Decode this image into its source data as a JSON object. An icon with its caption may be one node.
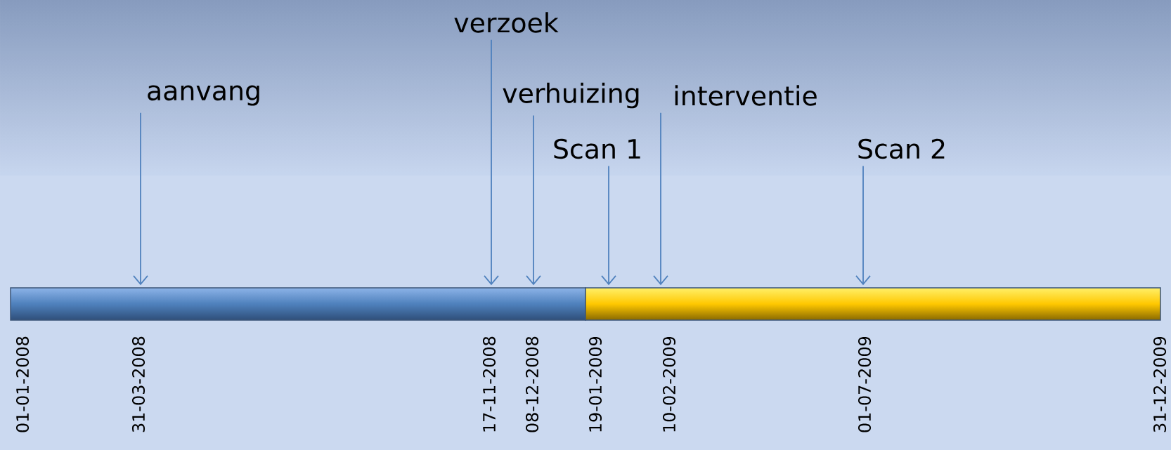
{
  "diagram": {
    "nodes": [
      {
        "text": [
          "aanvang"
        ]
      },
      {
        "text": [
          "verzoek"
        ]
      },
      {
        "text": [
          "verhuizing"
        ]
      },
      {
        "text": [
          "interventie"
        ]
      },
      {
        "text": [
          "Scan 1"
        ]
      },
      {
        "text": [
          "Scan 2"
        ]
      },
      {
        "text": [],
        "shape": "bar"
      },
      {
        "text": [],
        "shape": "bar"
      }
    ],
    "edges": [
      {
        "from": 0,
        "to": 6,
        "arrow": "to"
      },
      {
        "from": 1,
        "to": 6,
        "arrow": "to"
      },
      {
        "from": 2,
        "to": 6,
        "arrow": "to"
      },
      {
        "from": 4,
        "to": 7,
        "arrow": "to"
      },
      {
        "from": 3,
        "to": 7,
        "arrow": "to"
      },
      {
        "from": 5,
        "to": 7,
        "arrow": "to"
      }
    ],
    "labels": [
      "01-01-2008",
      "31-03-2008",
      "17-11-2008",
      "08-12-2008",
      "19-01-2009",
      "10-02-2009",
      "01-07-2009",
      "31-12-2009"
    ]
  }
}
